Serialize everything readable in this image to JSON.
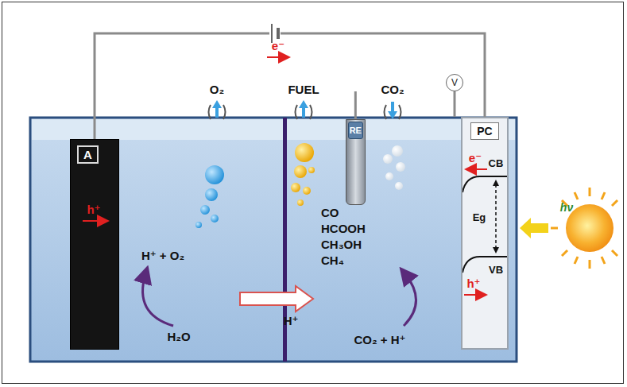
{
  "diagram": {
    "nodes": [
      {
        "text": [
          "A"
        ]
      },
      {
        "text": [
          "RE"
        ]
      },
      {
        "text": [
          "PC"
        ]
      },
      {
        "text": [
          "V"
        ]
      }
    ],
    "edges": [
      {
        "from": 0,
        "to": 2,
        "arrow": "none"
      },
      {
        "from": 1,
        "to": 3,
        "arrow": "none"
      },
      {
        "from": 3,
        "to": 2,
        "arrow": "none"
      }
    ],
    "labels": [
      "e⁻",
      "O₂",
      "FUEL",
      "CO₂",
      "h⁺",
      "H⁺ + O₂",
      "H₂O",
      "H⁺",
      "CO",
      "HCOOH",
      "CH₃OH",
      "CH₄",
      "CO₂ + H⁺",
      "e⁻",
      "CB",
      "Eg",
      "h⁺",
      "VB",
      "hν"
    ]
  }
}
